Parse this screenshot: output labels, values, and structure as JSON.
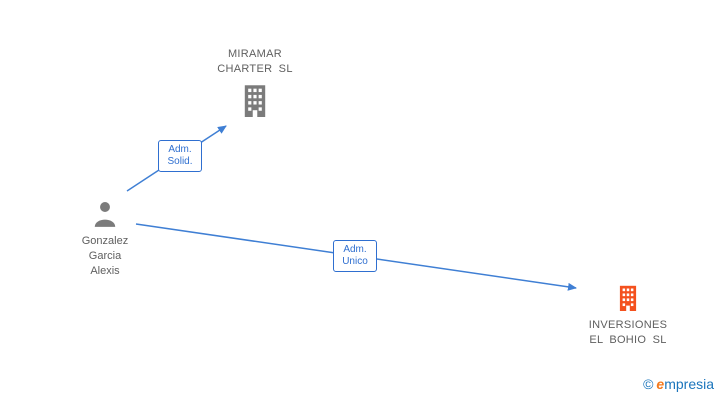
{
  "theme": {
    "background": "#ffffff",
    "edge_color": "#3f7fd4",
    "edge_label_color": "#2f6fd0",
    "node_gray": "#7b7b7b",
    "node_text_color": "#5f5f5f",
    "company_orange": "#f4511e",
    "logo_blue": "#1b75bc",
    "logo_orange": "#f47b20"
  },
  "nodes": {
    "miramar": {
      "type": "company",
      "name_line1": "MIRAMAR",
      "name_line2": "CHARTER SL"
    },
    "person": {
      "type": "person",
      "name_line1": "Gonzalez",
      "name_line2": "Garcia",
      "name_line3": "Alexis"
    },
    "inversiones": {
      "type": "company",
      "name_line1": "INVERSIONES",
      "name_line2": "EL BOHIO SL"
    }
  },
  "edges": {
    "adm_solid": {
      "line1": "Adm.",
      "line2": "Solid."
    },
    "adm_unico": {
      "line1": "Adm.",
      "line2": "Unico"
    }
  },
  "footer": {
    "copyright": "©",
    "brand_initial": "e",
    "brand_rest": "mpresia"
  }
}
